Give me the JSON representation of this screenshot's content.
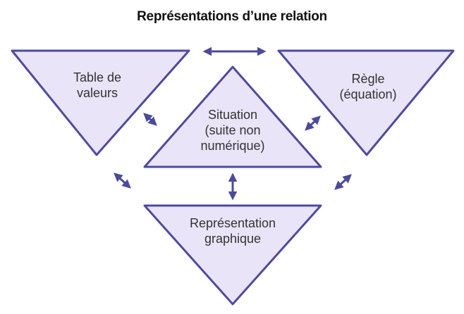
{
  "title": "Représentations d’une relation",
  "colors": {
    "triangle_fill": "#EAE4F8",
    "triangle_stroke": "#4E4B9D",
    "arrow": "#4B4A9B",
    "title_text": "#111111",
    "label_text": "#333333",
    "background": "#FFFFFF"
  },
  "nodes": {
    "table": {
      "label": "Table de\nvaleurs"
    },
    "situation": {
      "label": "Situation\n(suite non\nnumérique)"
    },
    "regle": {
      "label": "Règle\n(équation)"
    },
    "graphique": {
      "label": "Représentation\ngraphique"
    }
  },
  "connections": [
    {
      "from": "Table de valeurs",
      "to": "Règle (équation)",
      "type": "bidirectional"
    },
    {
      "from": "Table de valeurs",
      "to": "Situation (suite non numérique)",
      "type": "bidirectional"
    },
    {
      "from": "Règle (équation)",
      "to": "Situation (suite non numérique)",
      "type": "bidirectional"
    },
    {
      "from": "Situation (suite non numérique)",
      "to": "Représentation graphique",
      "type": "bidirectional"
    },
    {
      "from": "Table de valeurs",
      "to": "Représentation graphique",
      "type": "bidirectional"
    },
    {
      "from": "Règle (équation)",
      "to": "Représentation graphique",
      "type": "bidirectional"
    }
  ]
}
